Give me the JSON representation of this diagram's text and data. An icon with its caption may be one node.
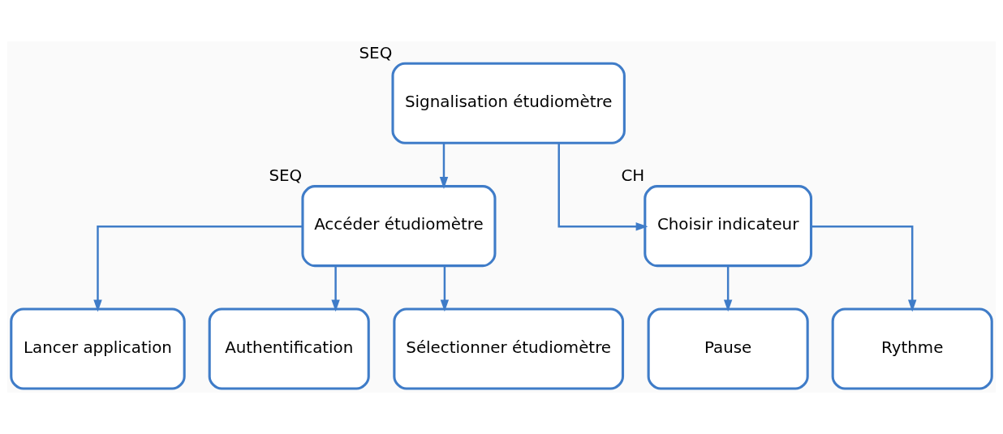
{
  "diagram": {
    "nodes": [
      {
        "text": [
          "Signalisation étudiomètre"
        ],
        "beside": [
          "SEQ"
        ]
      },
      {
        "text": [
          "Accéder étudiomètre"
        ],
        "beside": [
          "SEQ"
        ]
      },
      {
        "text": [
          "Choisir indicateur"
        ],
        "beside": [
          "CH"
        ]
      },
      {
        "text": [
          "Lancer application"
        ]
      },
      {
        "text": [
          "Authentification"
        ]
      },
      {
        "text": [
          "Sélectionner étudiomètre"
        ]
      },
      {
        "text": [
          "Pause"
        ]
      },
      {
        "text": [
          "Rythme"
        ]
      }
    ],
    "edges": [
      {
        "from": 0,
        "to": 1,
        "arrow": "to"
      },
      {
        "from": 0,
        "to": 2,
        "arrow": "to"
      },
      {
        "from": 1,
        "to": 3,
        "arrow": "to"
      },
      {
        "from": 1,
        "to": 4,
        "arrow": "to"
      },
      {
        "from": 1,
        "to": 5,
        "arrow": "to"
      },
      {
        "from": 2,
        "to": 6,
        "arrow": "to"
      },
      {
        "from": 2,
        "to": 7,
        "arrow": "to"
      }
    ]
  }
}
